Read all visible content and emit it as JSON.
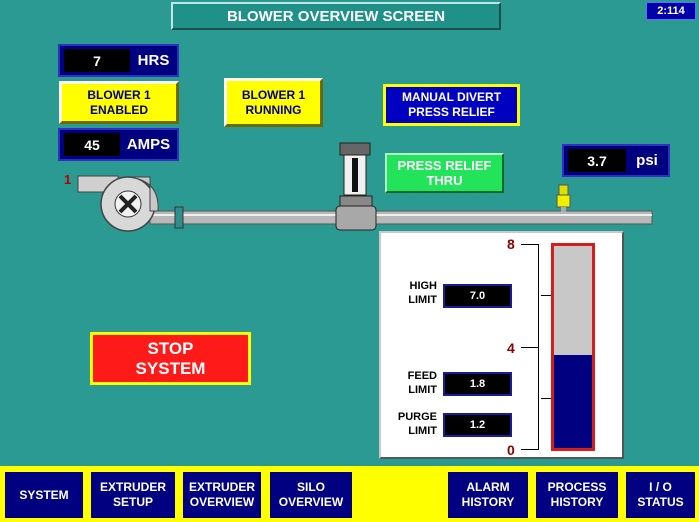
{
  "title": "BLOWER OVERVIEW SCREEN",
  "clock": "2:114",
  "hours": {
    "value": "7",
    "unit": "HRS"
  },
  "amps": {
    "value": "45",
    "unit": "AMPS"
  },
  "blower_enabled": "BLOWER 1\nENABLED",
  "blower_running": "BLOWER 1\nRUNNING",
  "manual_divert": "MANUAL DIVERT\nPRESS RELIEF",
  "press_relief": "PRESS RELIEF\nTHRU",
  "pressure": {
    "value": "3.7",
    "unit": "psi"
  },
  "blower_number": "1",
  "stop": "STOP\nSYSTEM",
  "gauge": {
    "scale": {
      "top": "8",
      "mid": "4",
      "bottom": "0"
    },
    "level": 3.7,
    "max": 8,
    "high": {
      "label": "HIGH\nLIMIT",
      "value": "7.0"
    },
    "feed": {
      "label": "FEED\nLIMIT",
      "value": "1.8"
    },
    "purge": {
      "label": "PURGE\nLIMIT",
      "value": "1.2"
    }
  },
  "colors": {
    "background": "#2a9a92",
    "nav": "#000080",
    "accent": "#ffff00",
    "alarm": "#ff1a1a",
    "ok": "#22e35a"
  },
  "nav": [
    {
      "label": "SYSTEM",
      "name": "nav-system"
    },
    {
      "label": "EXTRUDER\nSETUP",
      "name": "nav-extruder-setup"
    },
    {
      "label": "EXTRUDER\nOVERVIEW",
      "name": "nav-extruder-overview"
    },
    {
      "label": "SILO\nOVERVIEW",
      "name": "nav-silo-overview"
    },
    {
      "label": "ALARM\nHISTORY",
      "name": "nav-alarm-history"
    },
    {
      "label": "PROCESS\nHISTORY",
      "name": "nav-process-history"
    },
    {
      "label": "I / O\nSTATUS",
      "name": "nav-io-status"
    }
  ]
}
